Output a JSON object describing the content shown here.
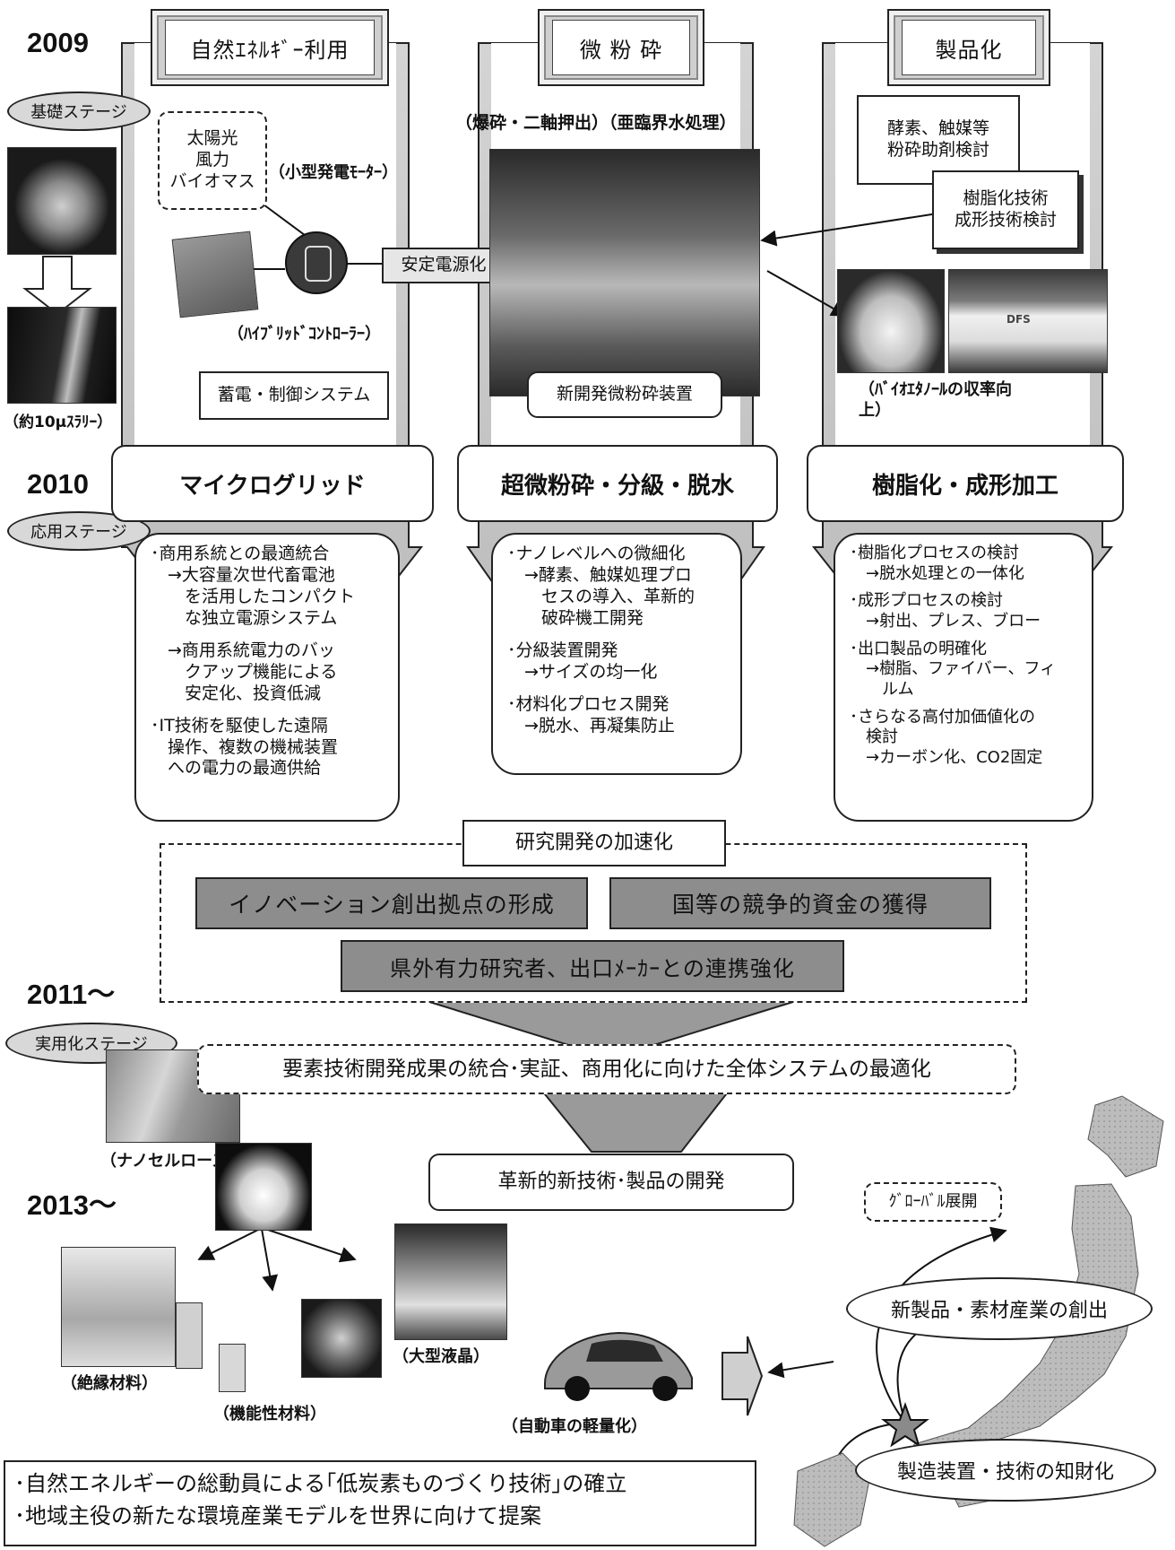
{
  "years": {
    "y2009": "2009",
    "y2010": "2010",
    "y2011": "2011～",
    "y2013": "2013～"
  },
  "stages": {
    "basic": "基礎ステージ",
    "applied": "応用ステージ",
    "practical": "実用化ステージ"
  },
  "columns": {
    "energy": {
      "header": "自然ｴﾈﾙｷﾞｰ利用",
      "stage": "マイクログリッド"
    },
    "milling": {
      "header": "微 粉 砕",
      "stage": "超微粉砕・分級・脱水"
    },
    "product": {
      "header": "製品化",
      "stage": "樹脂化・成形加工"
    }
  },
  "energy_section": {
    "sources": "太陽光\n風力\nバイオマス",
    "generator_label": "（小型発電ﾓｰﾀｰ）",
    "controller_label": "（ﾊｲﾌﾞﾘｯﾄﾞｺﾝﾄﾛｰﾗｰ）",
    "stabilize": "安定電源化",
    "system": "蓄電・制御システム"
  },
  "milling_section": {
    "methods": "（爆砕・二軸押出）（亜臨界水処理）",
    "device": "新開発微粉砕装置"
  },
  "product_section": {
    "enzyme": "酵素、触媒等\n粉砕助剤検討",
    "resin": "樹脂化技術\n成形技術検討",
    "ethanol": "（ﾊﾞｲｵｴﾀﾉｰﾙの収率向\n上）",
    "car_logo": "DFS"
  },
  "left_section": {
    "slurry": "（約10μｽﾗﾘｰ）"
  },
  "applied_lists": {
    "energy": [
      "･商用系統との最適統合\n　→大容量次世代畜電池\n　　を活用したコンパクト\n　　な独立電源システム",
      "　→商用系統電力のバッ\n　　クアップ機能による\n　　安定化、投資低減",
      "･IT技術を駆使した遠隔\n　操作、複数の機械装置\n　への電力の最適供給"
    ],
    "milling": [
      "･ナノレベルへの微細化\n　→酵素、触媒処理プロ\n　　セスの導入、革新的\n　　破砕機工開発",
      "･分級装置開発\n　→サイズの均一化",
      "･材料化プロセス開発\n　→脱水、再凝集防止"
    ],
    "product": [
      "･樹脂化プロセスの検討\n　→脱水処理との一体化",
      "･成形プロセスの検討\n　→射出、プレス、ブロー",
      "･出口製品の明確化\n　→樹脂、ファイバー、フィ\n　　ルム",
      "･さらなる高付加価値化の\n　検討\n　→カーボン化、CO2固定"
    ]
  },
  "acceleration": {
    "title": "研究開発の加速化",
    "innovation": "イノベーション創出拠点の形成",
    "funding": "国等の競争的資金の獲得",
    "collab": "県外有力研究者、出口ﾒｰｶｰとの連携強化"
  },
  "practical": {
    "integration": "要素技術開発成果の統合･実証、商用化に向けた全体システムの最適化",
    "nanocellulose": "（ナノセルロース）",
    "innovation_dev": "革新的新技術･製品の開発"
  },
  "products": {
    "insulation": "（絶縁材料）",
    "functional": "（機能性材料）",
    "lcd": "（大型液晶）",
    "car": "（自動車の軽量化）"
  },
  "map": {
    "global": "ｸﾞﾛｰﾊﾞﾙ展開",
    "new_industry": "新製品・素材産業の創出",
    "ip": "製造装置・技術の知財化"
  },
  "summary": [
    "･自然エネルギーの総動員による｢低炭素ものづくり技術｣の確立",
    "･地域主役の新たな環境産業モデルを世界に向けて提案"
  ]
}
